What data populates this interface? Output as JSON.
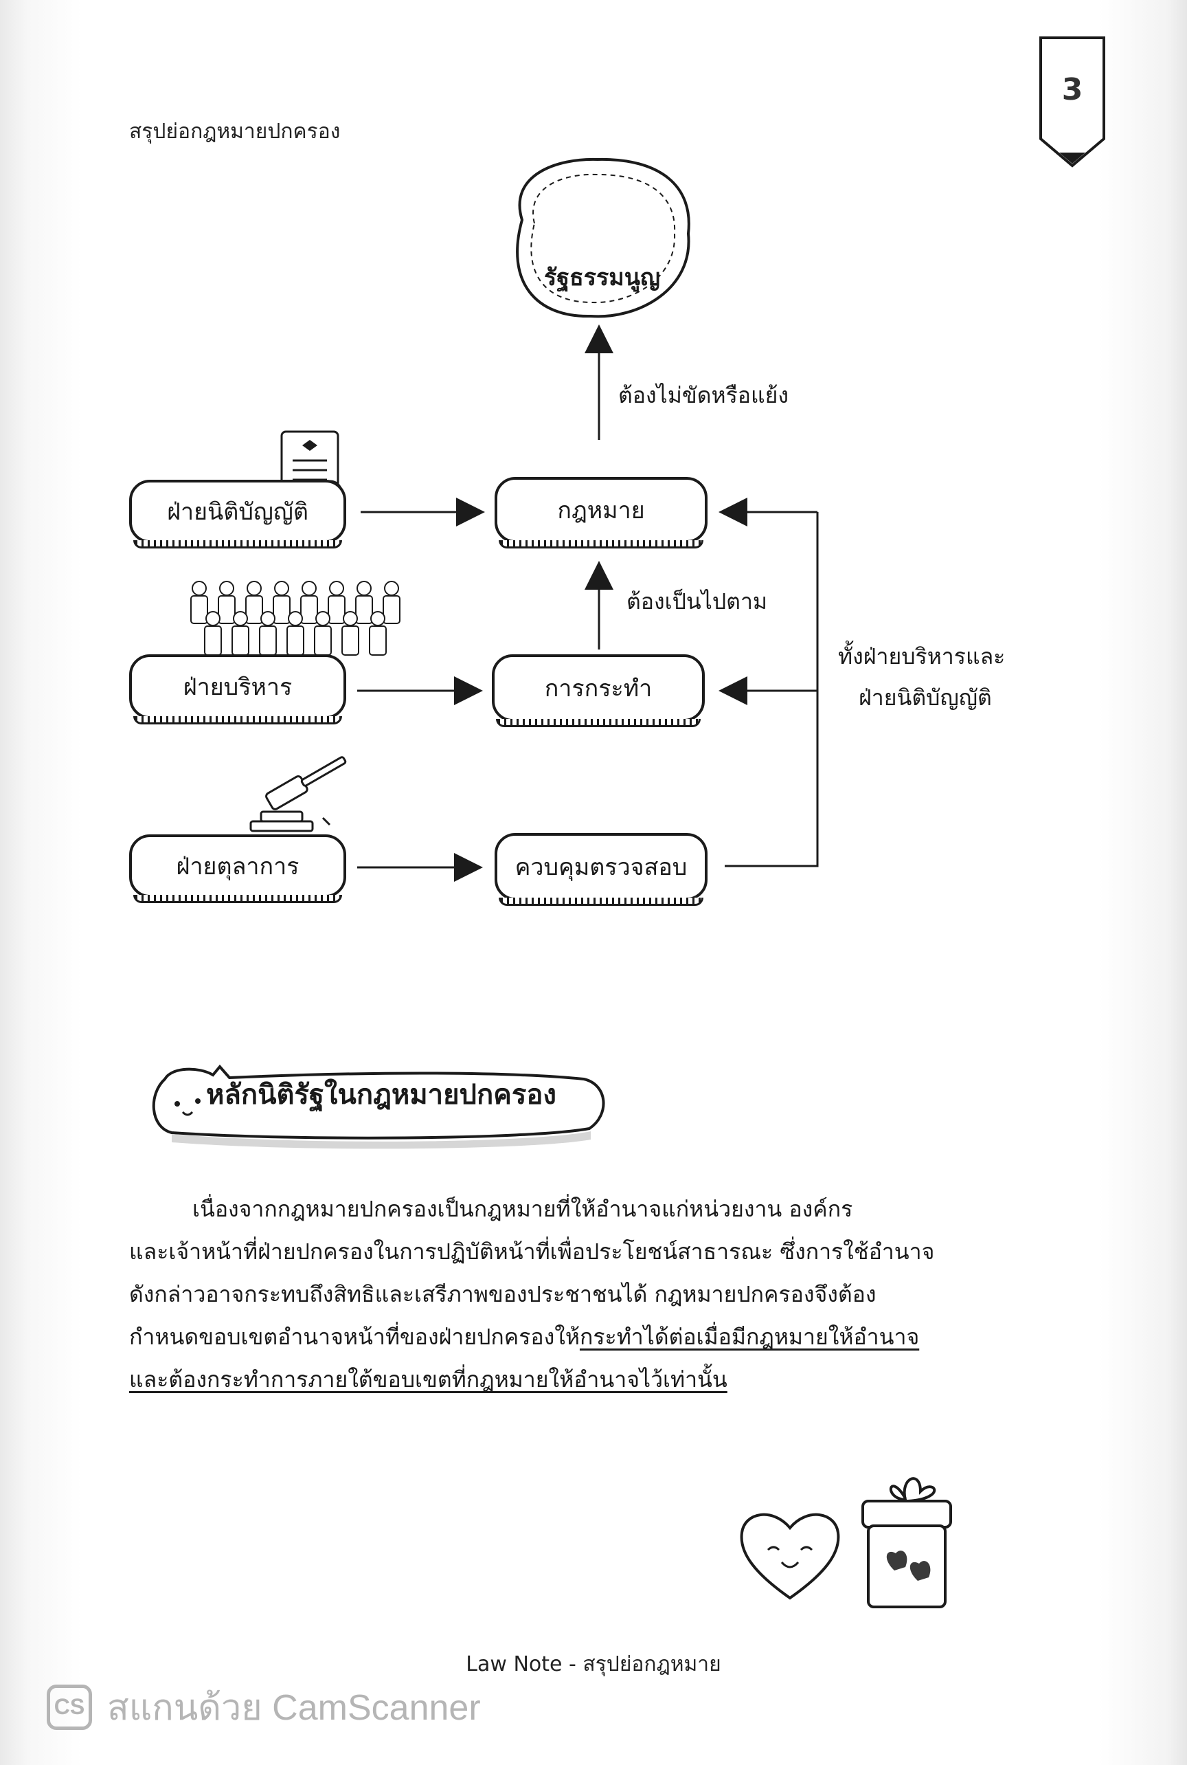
{
  "header": {
    "title": "สรุปย่อกฎหมายปกครอง",
    "page_number": "3"
  },
  "diagram": {
    "constitution": "รัฐธรรมนูญ",
    "law": "กฎหมาย",
    "action": "การกระทำ",
    "review": "ควบคุมตรวจสอบ",
    "legislative": "ฝ่ายนิติบัญญัติ",
    "executive": "ฝ่ายบริหาร",
    "judicial": "ฝ่ายตุลาการ",
    "label_not_conflict": "ต้องไม่ขัดหรือแย้ง",
    "label_must_follow": "ต้องเป็นไปตาม",
    "label_both_line1": "ทั้งฝ่ายบริหารและ",
    "label_both_line2": "ฝ่ายนิติบัญญัติ"
  },
  "section": {
    "title": "หลักนิติรัฐในกฎหมายปกครอง"
  },
  "body": {
    "line1": "เนื่องจากกฎหมายปกครองเป็นกฎหมายที่ให้อำนาจแก่หน่วยงาน องค์กร",
    "line2": "และเจ้าหน้าที่ฝ่ายปกครองในการปฏิบัติหน้าที่เพื่อประโยชน์สาธารณะ ซึ่งการใช้อำนาจ",
    "line3": "ดังกล่าวอาจกระทบถึงสิทธิและเสรีภาพของประชาชนได้ กฎหมายปกครองจึงต้อง",
    "line4_plain": "กำหนดขอบเขตอำนาจหน้าที่ของฝ่ายปกครองให้",
    "line4_underlined": "กระทำได้ต่อเมื่อมีกฎหมายให้อำนาจ",
    "line5_underlined": "และต้องกระทำการภายใต้ขอบเขตที่กฎหมายให้อำนาจไว้เท่านั้น"
  },
  "footer": {
    "text": "Law Note - สรุปย่อกฎหมาย"
  },
  "watermark": {
    "badge": "CS",
    "text": "สแกนด้วย CamScanner"
  }
}
